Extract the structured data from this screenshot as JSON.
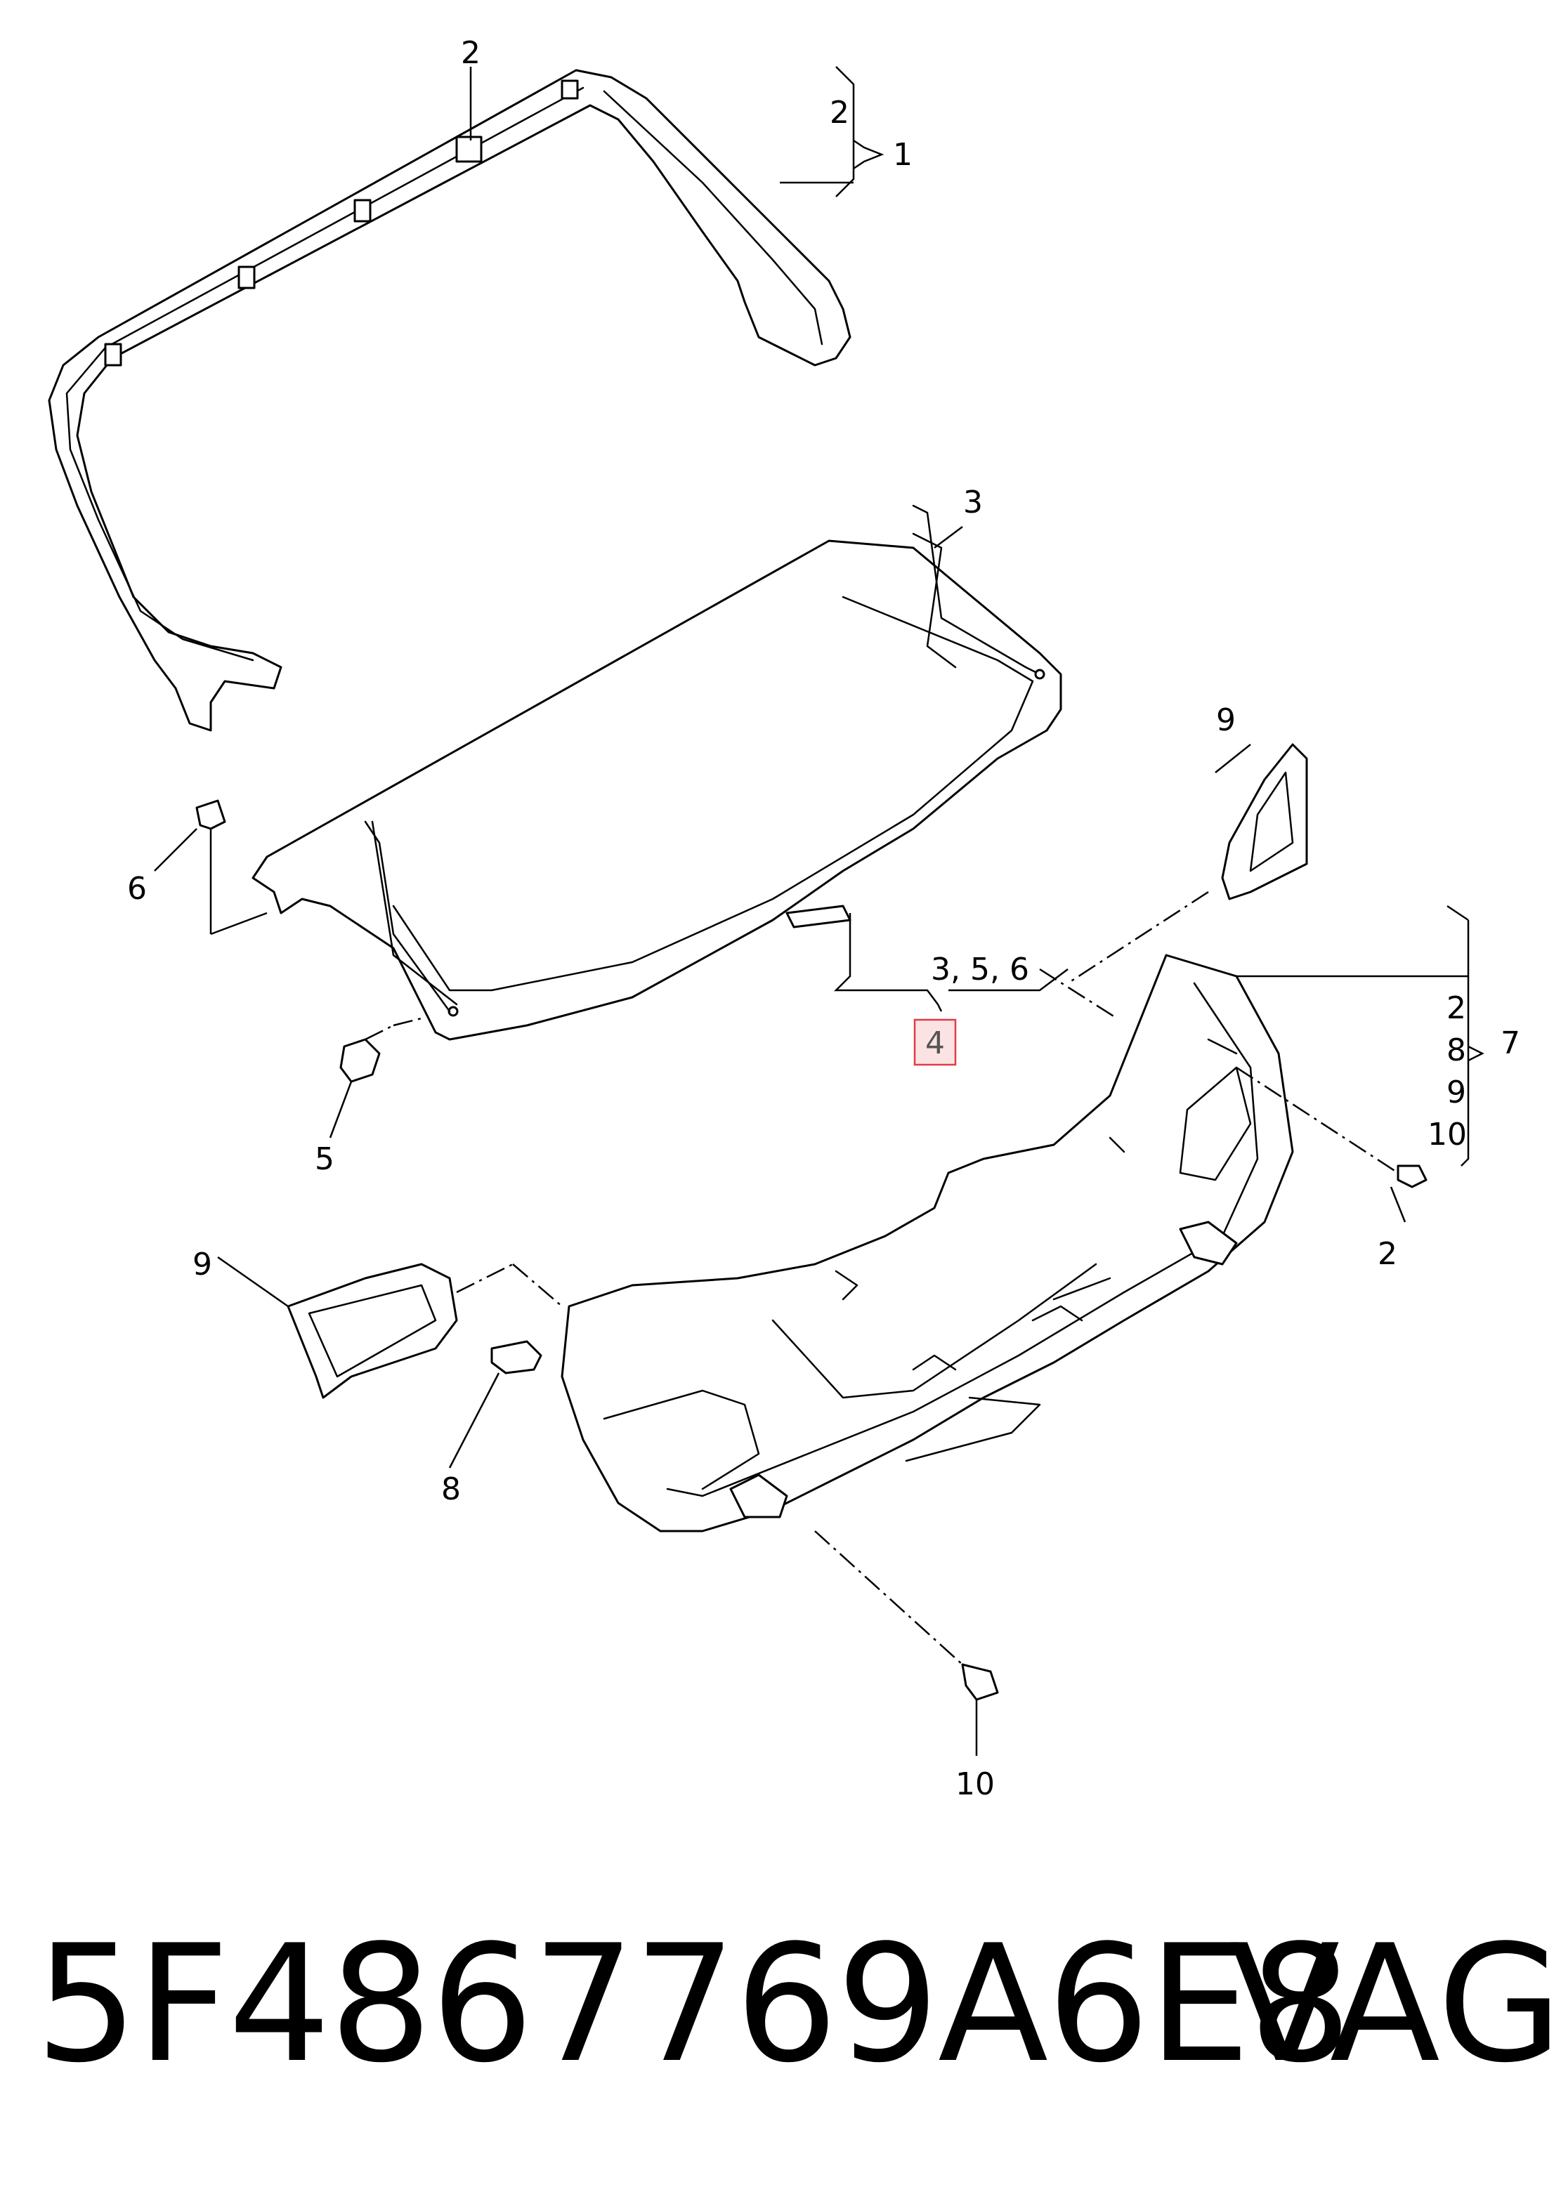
{
  "diagram": {
    "callouts": {
      "c_2_top": "2",
      "c_2_brace": "2",
      "c_1": "1",
      "c_3": "3",
      "c_9_right": "9",
      "c_6": "6",
      "c_356": "3, 5, 6",
      "c_4": "4",
      "c_5": "5",
      "c_7_a": "2",
      "c_7_b": "8",
      "c_7_c": "9",
      "c_7_d": "10",
      "c_7": "7",
      "c_2_right": "2",
      "c_9_left": "9",
      "c_8": "8",
      "c_10": "10"
    },
    "highlighted_callout": "4",
    "colors": {
      "highlight_fill": "#fbe3e4",
      "highlight_stroke": "#e23b46",
      "line": "#000000"
    }
  },
  "footer": {
    "part_number": "5F4867769A6E8",
    "brand": "VAG"
  }
}
